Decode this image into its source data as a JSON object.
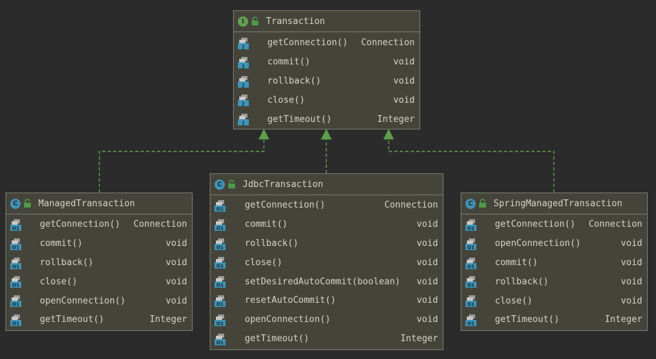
{
  "nodes": [
    {
      "id": "transaction",
      "kind": "interface",
      "badge": "I",
      "title": "Transaction",
      "method_icon": "abstract-method-icon",
      "method_icon_label": "J",
      "methods": [
        {
          "name": "getConnection()",
          "type": "Connection"
        },
        {
          "name": "commit()",
          "type": "void"
        },
        {
          "name": "rollback()",
          "type": "void"
        },
        {
          "name": "close()",
          "type": "void"
        },
        {
          "name": "getTimeout()",
          "type": "Integer"
        }
      ]
    },
    {
      "id": "managed-transaction",
      "kind": "class",
      "badge": "C",
      "title": "ManagedTransaction",
      "method_icon": "implemented-method-icon",
      "method_icon_label": "O1",
      "methods": [
        {
          "name": "getConnection()",
          "type": "Connection"
        },
        {
          "name": "commit()",
          "type": "void"
        },
        {
          "name": "rollback()",
          "type": "void"
        },
        {
          "name": "close()",
          "type": "void"
        },
        {
          "name": "openConnection()",
          "type": "void"
        },
        {
          "name": "getTimeout()",
          "type": "Integer"
        }
      ]
    },
    {
      "id": "jdbc-transaction",
      "kind": "class",
      "badge": "C",
      "title": "JdbcTransaction",
      "method_icon": "implemented-method-icon",
      "method_icon_label": "O1",
      "methods": [
        {
          "name": "getConnection()",
          "type": "Connection"
        },
        {
          "name": "commit()",
          "type": "void"
        },
        {
          "name": "rollback()",
          "type": "void"
        },
        {
          "name": "close()",
          "type": "void"
        },
        {
          "name": "setDesiredAutoCommit(boolean)",
          "type": "void"
        },
        {
          "name": "resetAutoCommit()",
          "type": "void"
        },
        {
          "name": "openConnection()",
          "type": "void"
        },
        {
          "name": "getTimeout()",
          "type": "Integer"
        }
      ]
    },
    {
      "id": "spring-managed-transaction",
      "kind": "class",
      "badge": "C",
      "title": "SpringManagedTransaction",
      "method_icon": "implemented-method-icon",
      "method_icon_label": "O1",
      "methods": [
        {
          "name": "getConnection()",
          "type": "Connection"
        },
        {
          "name": "openConnection()",
          "type": "void"
        },
        {
          "name": "commit()",
          "type": "void"
        },
        {
          "name": "rollback()",
          "type": "void"
        },
        {
          "name": "close()",
          "type": "void"
        },
        {
          "name": "getTimeout()",
          "type": "Integer"
        }
      ]
    }
  ],
  "edges": [
    {
      "from": "managed-transaction",
      "to": "transaction",
      "type": "implements"
    },
    {
      "from": "jdbc-transaction",
      "to": "transaction",
      "type": "implements"
    },
    {
      "from": "spring-managed-transaction",
      "to": "transaction",
      "type": "implements"
    }
  ],
  "colors": {
    "background": "#2b2b2b",
    "node_fill": "#45443b",
    "node_border": "#7c7c70",
    "text": "#d4d4c8",
    "edge": "#5f9e4c",
    "interface_badge": "#62a154",
    "class_badge": "#3e94b8",
    "method_icon": "#3e94b8"
  }
}
